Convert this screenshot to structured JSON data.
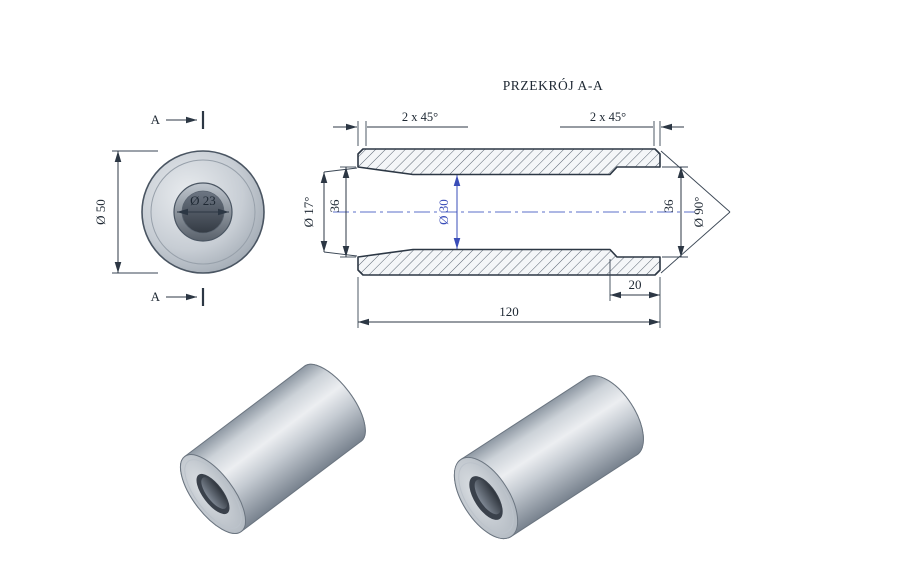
{
  "title": "PRZEKRÓJ A-A",
  "front_view": {
    "section_label_top": "A",
    "section_label_bottom": "A",
    "outer_diameter": "Ø 50",
    "bore_diameter": "Ø 23"
  },
  "section_view": {
    "chamfer_left": "2  x 45°",
    "chamfer_right": "2  x 45°",
    "taper_label": "Ø 17°",
    "left_counterbore_diameter": "36",
    "bore_diameter": "Ø 30",
    "right_counterbore_diameter": "36",
    "countersink_angle": "Ø 90°",
    "counterbore_depth": "20",
    "overall_length": "120"
  },
  "colors": {
    "background": "#ffffff",
    "line": "#2c3744",
    "centerline_blue": "#5b6fc9",
    "dimension_blue": "#3a4db8",
    "hatch": "#5a6572",
    "steel_light": "#eceef1",
    "steel_dark": "#78828e"
  }
}
